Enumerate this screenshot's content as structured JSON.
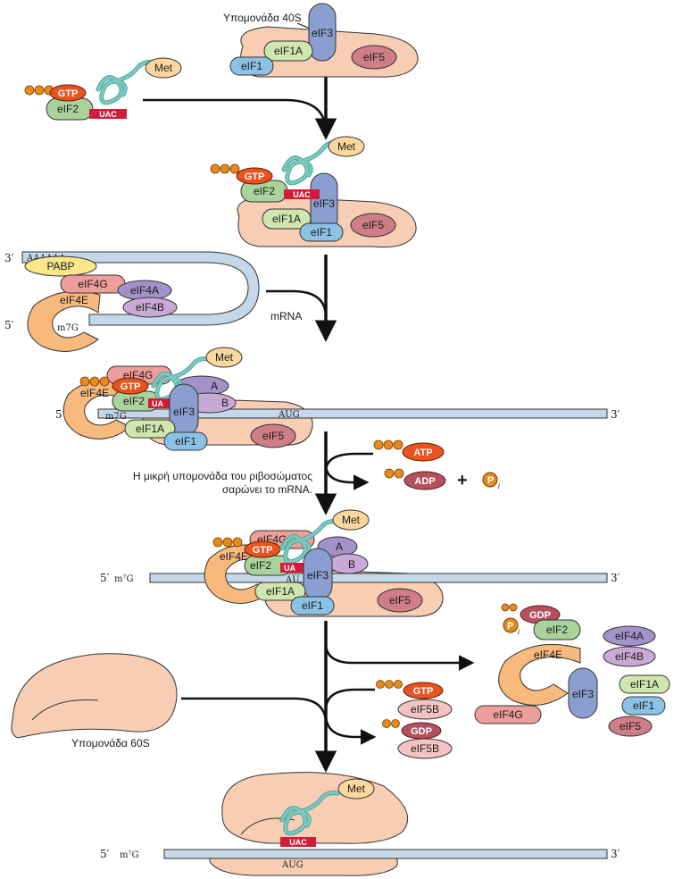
{
  "labels": {
    "subunit40s": "Υπομονάδα 40S",
    "subunit60s": "Υπομονάδα 60S",
    "scanning_line1": "Η μικρή υπομονάδα του ριβοσώματος",
    "scanning_line2": "σαρώνει το mRNA.",
    "mrna": "mRNA",
    "poly_a": "AAAAAA",
    "cap": "m7G",
    "five_prime": "5′",
    "three_prime": "3′",
    "codon_aug": "AUG",
    "anticodon_uac": "UAC"
  },
  "factors": {
    "eif1": "eIF1",
    "eif1a": "eIF1A",
    "eif2": "eIF2",
    "eif3": "eIF3",
    "eif4a": "eIF4A",
    "eif4b": "eIF4B",
    "eif4e": "eIF4E",
    "eif4g": "eIF4G",
    "eif5": "eIF5",
    "eif5b": "eIF5B",
    "pabp": "PABP",
    "met": "Met"
  },
  "molecules": {
    "gtp": "GTP",
    "gdp": "GDP",
    "atp": "ATP",
    "adp": "ADP",
    "pi": "P",
    "pi_sub": "i",
    "plus": "+"
  },
  "colors": {
    "ribosome": "#f7cdb4",
    "eif3": "#8a9fcf",
    "eif1": "#8cc1e6",
    "eif1a": "#cfe6ae",
    "eif2": "#a9d39b",
    "eif5": "#cf7e87",
    "eif4e": "#f7b97c",
    "eif4g": "#ee9e9a",
    "eif4a": "#a193c9",
    "eif4b": "#c9a9d6",
    "pabp": "#fbe78a",
    "met": "#fbd79e",
    "gtp": "#e8531f",
    "gdp": "#b5505e",
    "trna": "#7cc9c0",
    "uac": "#d21d3a",
    "mrna": "#c4d8ea",
    "phosphate": "#e68a1c"
  }
}
